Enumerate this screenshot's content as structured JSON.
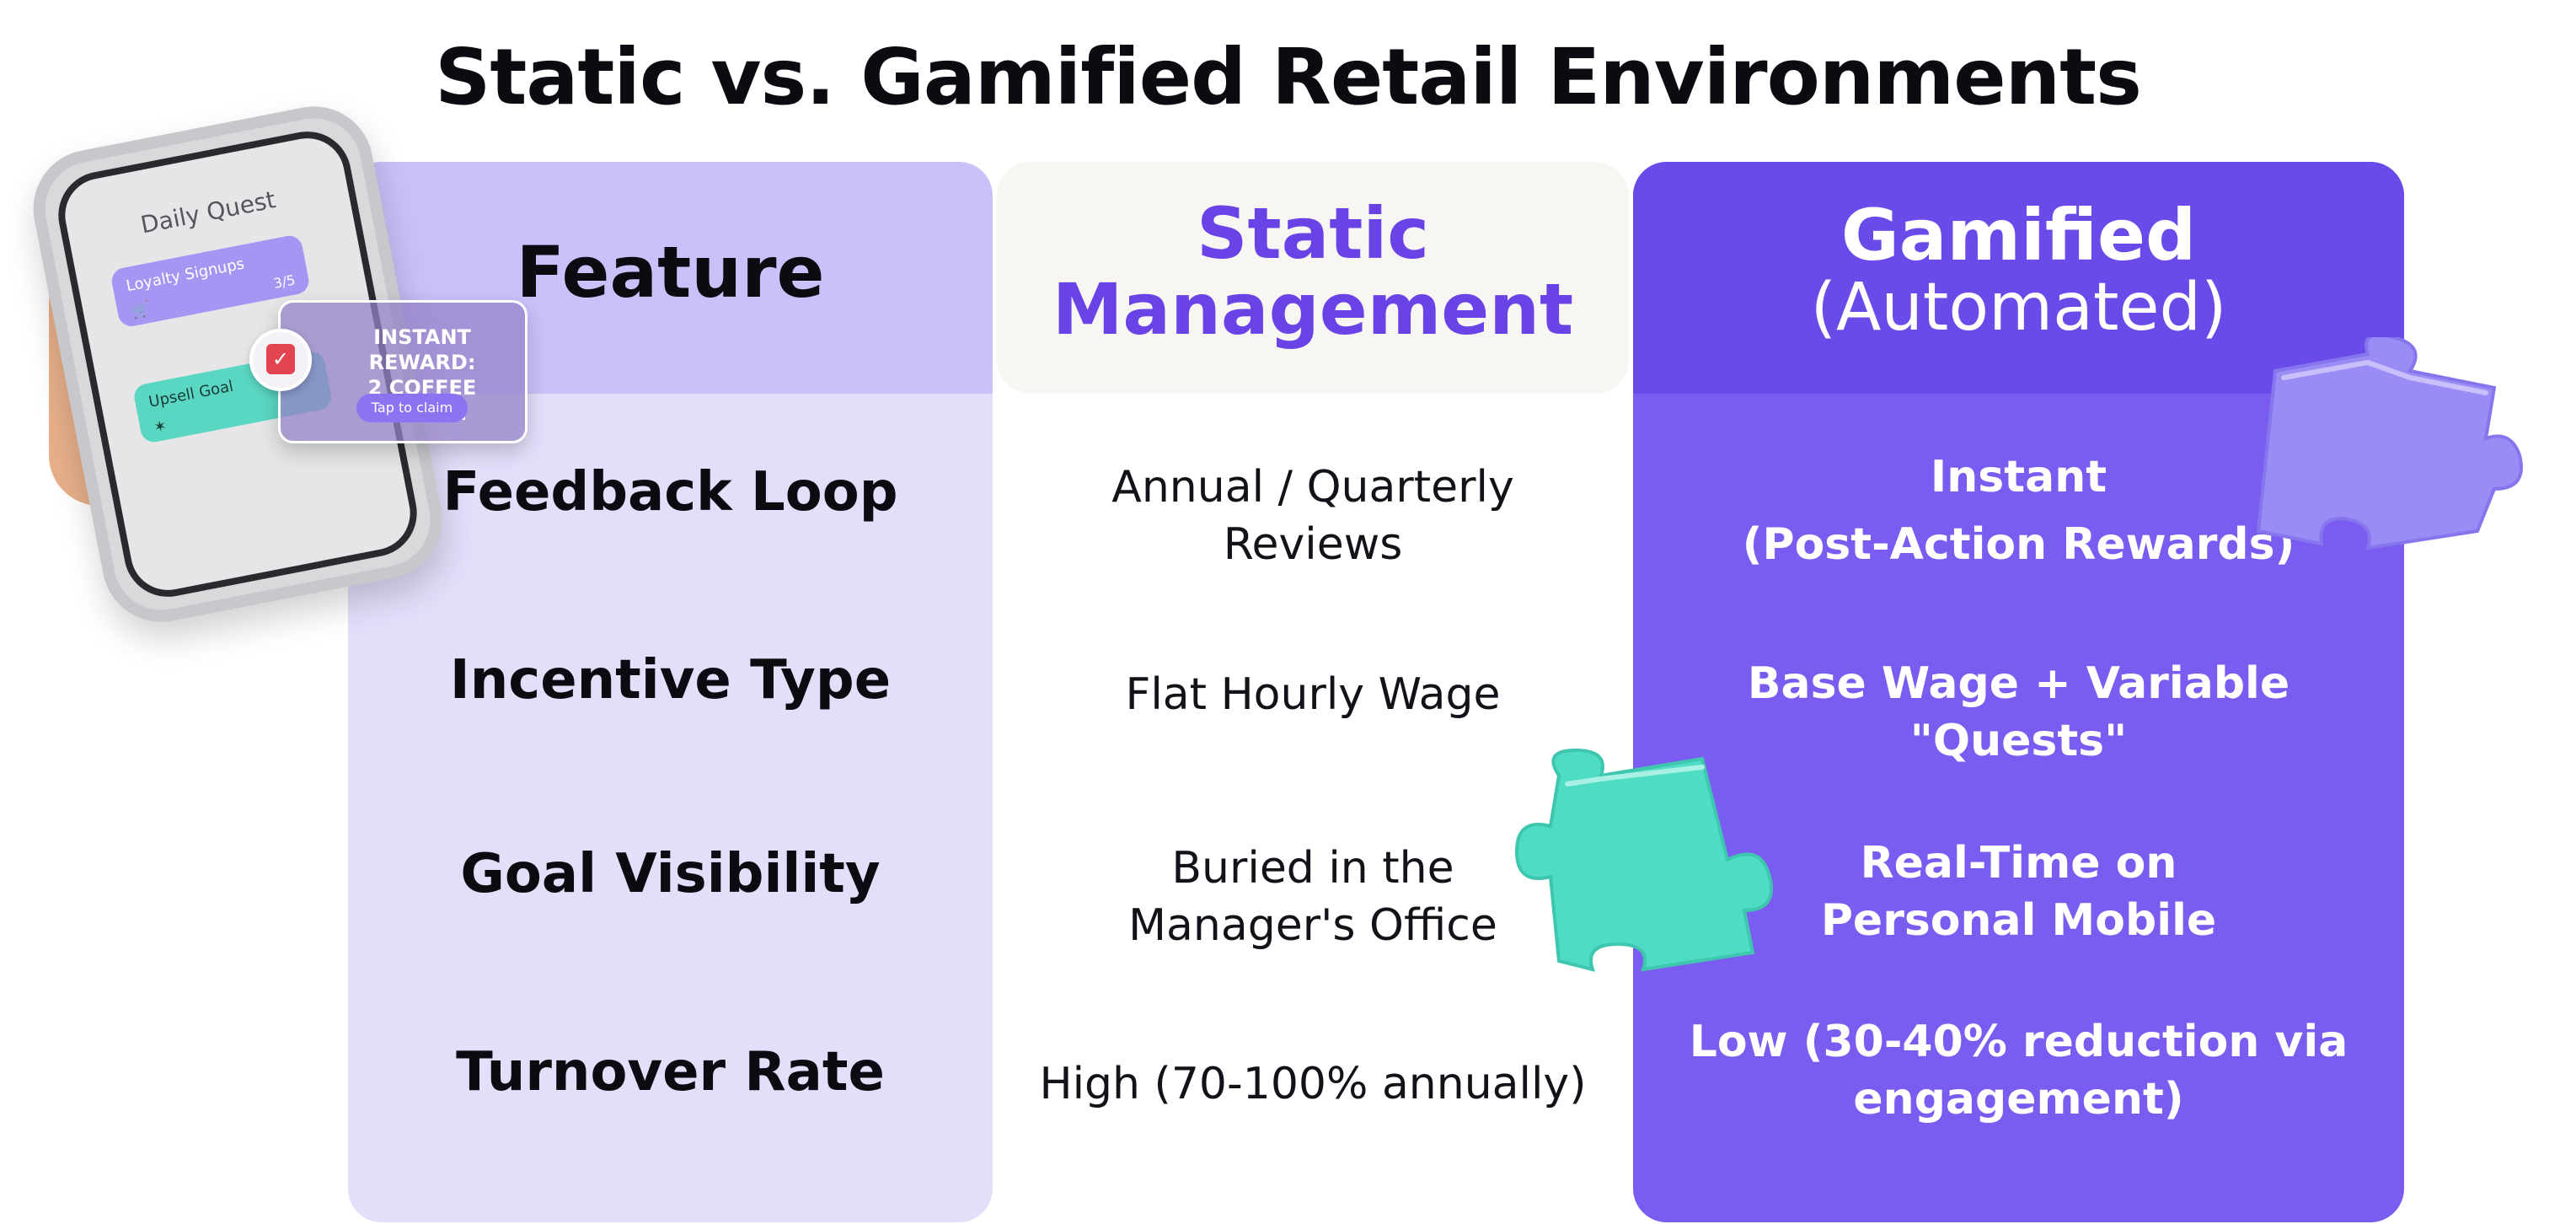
{
  "title": "Static vs. Gamified Retail Environments",
  "columns": {
    "feature": "Feature",
    "static_line1": "Static",
    "static_line2": "Management",
    "gamified_line1": "Gamified",
    "gamified_line2": "(Automated)"
  },
  "rows": [
    {
      "feature": "Feedback Loop",
      "static": [
        "Annual / Quarterly",
        "Reviews"
      ],
      "gamified": [
        "Instant",
        "(Post-Action Rewards)"
      ]
    },
    {
      "feature": "Incentive Type",
      "static": [
        "Flat Hourly Wage"
      ],
      "gamified": [
        "Base Wage + Variable",
        "\"Quests\""
      ]
    },
    {
      "feature": "Goal Visibility",
      "static": [
        "Buried in the",
        "Manager's Office"
      ],
      "gamified": [
        "Real-Time on",
        "Personal Mobile"
      ]
    },
    {
      "feature": "Turnover Rate",
      "static": [
        "High (70-100% annually)"
      ],
      "gamified": [
        "Low (30-40% reduction via",
        "engagement)"
      ]
    }
  ],
  "phone": {
    "screen_title": "Daily Quest",
    "card1_label": "Loyalty Signups",
    "card1_count": "3/5",
    "card2_label": "Upsell Goal",
    "reward_line1": "INSTANT REWARD:",
    "reward_line2": "2 COFFEE CREDIT!",
    "reward_button": "Tap to claim"
  },
  "colors": {
    "feature_column": "#e4defb",
    "feature_header": "#cbc1fa",
    "static_header": "#f7f6f2",
    "static_heading_text": "#6a43e6",
    "gamified_column": "#7a5cf0",
    "gamified_header": "#6a4bea",
    "puzzle_lavender": "#9a8cf5",
    "puzzle_teal": "#4fdcc4"
  },
  "icons": {
    "puzzle_top": "puzzle-piece-icon",
    "puzzle_middle": "puzzle-piece-icon",
    "cart": "cart-icon",
    "coffee": "coffee-cup-icon"
  }
}
